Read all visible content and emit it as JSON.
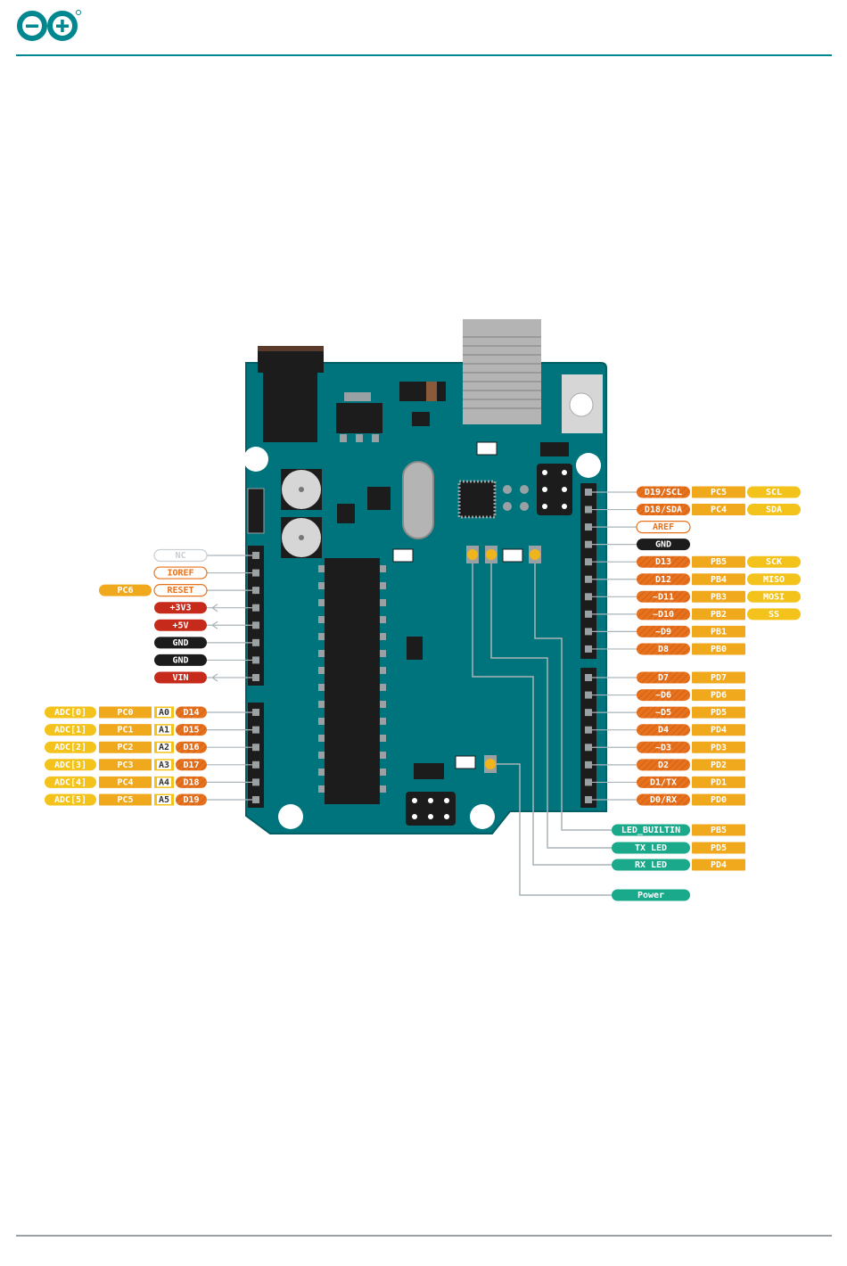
{
  "header": {
    "logo": "arduino-infinity-logo"
  },
  "colors": {
    "teal": "#00878f",
    "board": "#00747c",
    "board_edge": "#005e64",
    "black": "#1c1c1c",
    "red": "#c52a1a",
    "orange": "#e8721c",
    "amber": "#f0a81c",
    "yellow": "#f4c31b",
    "green": "#1aa98a",
    "gray_line": "#aab4b9",
    "silver": "#b4b4b4"
  },
  "pins": {
    "left_power": [
      {
        "labels": [
          {
            "text": "NC",
            "style": "outline-gray"
          }
        ]
      },
      {
        "labels": [
          {
            "text": "IOREF",
            "style": "outline-orange"
          }
        ]
      },
      {
        "labels": [
          {
            "text": "RESET",
            "style": "outline-orange"
          },
          {
            "text": "PC6",
            "style": "amber"
          }
        ]
      },
      {
        "labels": [
          {
            "text": "+3V3",
            "style": "red"
          }
        ],
        "arrow": true
      },
      {
        "labels": [
          {
            "text": "+5V",
            "style": "red"
          }
        ],
        "arrow": true
      },
      {
        "labels": [
          {
            "text": "GND",
            "style": "black"
          }
        ]
      },
      {
        "labels": [
          {
            "text": "GND",
            "style": "black"
          }
        ]
      },
      {
        "labels": [
          {
            "text": "VIN",
            "style": "red"
          }
        ],
        "arrow": true
      }
    ],
    "left_analog": [
      {
        "digital": "D14",
        "analog": "A0",
        "port": "PC0",
        "adc": "ADC[0]"
      },
      {
        "digital": "D15",
        "analog": "A1",
        "port": "PC1",
        "adc": "ADC[1]"
      },
      {
        "digital": "D16",
        "analog": "A2",
        "port": "PC2",
        "adc": "ADC[2]"
      },
      {
        "digital": "D17",
        "analog": "A3",
        "port": "PC3",
        "adc": "ADC[3]"
      },
      {
        "digital": "D18",
        "analog": "A4",
        "port": "PC4",
        "adc": "ADC[4]"
      },
      {
        "digital": "D19",
        "analog": "A5",
        "port": "PC5",
        "adc": "ADC[5]"
      }
    ],
    "right_upper": [
      {
        "labels": [
          {
            "text": "D19/SCL",
            "style": "orange"
          },
          {
            "text": "PC5",
            "style": "amber"
          },
          {
            "text": "SCL",
            "style": "yellow"
          }
        ]
      },
      {
        "labels": [
          {
            "text": "D18/SDA",
            "style": "orange"
          },
          {
            "text": "PC4",
            "style": "amber"
          },
          {
            "text": "SDA",
            "style": "yellow"
          }
        ]
      },
      {
        "labels": [
          {
            "text": "AREF",
            "style": "outline-orange"
          }
        ]
      },
      {
        "labels": [
          {
            "text": "GND",
            "style": "black"
          }
        ]
      },
      {
        "labels": [
          {
            "text": "D13",
            "style": "orange"
          },
          {
            "text": "PB5",
            "style": "amber"
          },
          {
            "text": "SCK",
            "style": "yellow"
          }
        ]
      },
      {
        "labels": [
          {
            "text": "D12",
            "style": "orange"
          },
          {
            "text": "PB4",
            "style": "amber"
          },
          {
            "text": "MISO",
            "style": "yellow"
          }
        ]
      },
      {
        "labels": [
          {
            "text": "~D11",
            "style": "orange"
          },
          {
            "text": "PB3",
            "style": "amber"
          },
          {
            "text": "MOSI",
            "style": "yellow"
          }
        ]
      },
      {
        "labels": [
          {
            "text": "~D10",
            "style": "orange"
          },
          {
            "text": "PB2",
            "style": "amber"
          },
          {
            "text": "SS",
            "style": "yellow"
          }
        ]
      },
      {
        "labels": [
          {
            "text": "~D9",
            "style": "orange"
          },
          {
            "text": "PB1",
            "style": "amber"
          }
        ]
      },
      {
        "labels": [
          {
            "text": "D8",
            "style": "orange"
          },
          {
            "text": "PB0",
            "style": "amber"
          }
        ]
      }
    ],
    "right_lower": [
      {
        "labels": [
          {
            "text": "D7",
            "style": "orange"
          },
          {
            "text": "PD7",
            "style": "amber"
          }
        ]
      },
      {
        "labels": [
          {
            "text": "~D6",
            "style": "orange"
          },
          {
            "text": "PD6",
            "style": "amber"
          }
        ]
      },
      {
        "labels": [
          {
            "text": "~D5",
            "style": "orange"
          },
          {
            "text": "PD5",
            "style": "amber"
          }
        ]
      },
      {
        "labels": [
          {
            "text": "D4",
            "style": "orange"
          },
          {
            "text": "PD4",
            "style": "amber"
          }
        ]
      },
      {
        "labels": [
          {
            "text": "~D3",
            "style": "orange"
          },
          {
            "text": "PD3",
            "style": "amber"
          }
        ]
      },
      {
        "labels": [
          {
            "text": "D2",
            "style": "orange"
          },
          {
            "text": "PD2",
            "style": "amber"
          }
        ]
      },
      {
        "labels": [
          {
            "text": "D1/TX",
            "style": "orange"
          },
          {
            "text": "PD1",
            "style": "amber"
          }
        ]
      },
      {
        "labels": [
          {
            "text": "D0/RX",
            "style": "orange"
          },
          {
            "text": "PD0",
            "style": "amber"
          }
        ]
      }
    ],
    "leds": [
      {
        "labels": [
          {
            "text": "LED_BUILTIN",
            "style": "green"
          },
          {
            "text": "PB5",
            "style": "amber"
          }
        ]
      },
      {
        "labels": [
          {
            "text": "TX LED",
            "style": "green"
          },
          {
            "text": "PD5",
            "style": "amber"
          }
        ]
      },
      {
        "labels": [
          {
            "text": "RX LED",
            "style": "green"
          },
          {
            "text": "PD4",
            "style": "amber"
          }
        ]
      },
      {
        "labels": [
          {
            "text": "Power",
            "style": "green"
          }
        ]
      }
    ]
  }
}
